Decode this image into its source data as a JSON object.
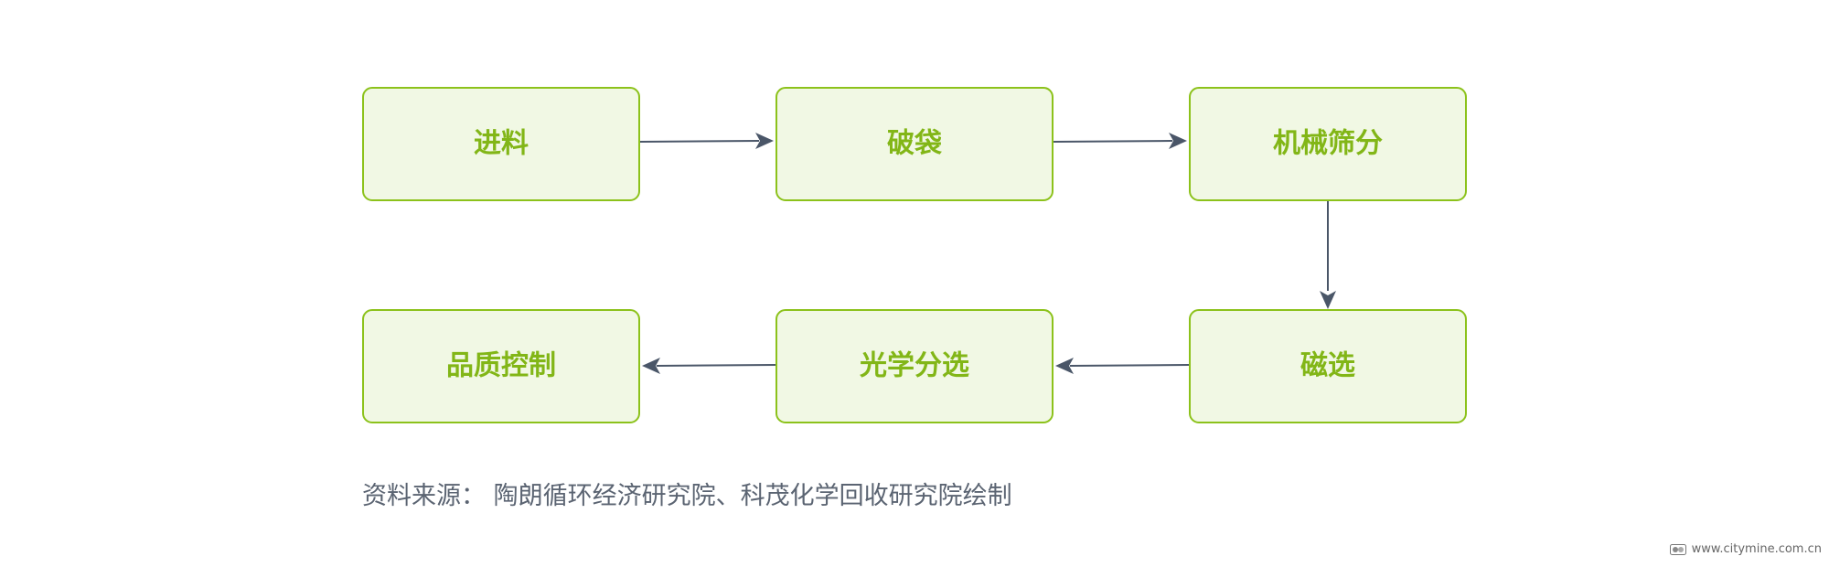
{
  "diagram": {
    "nodes": [
      {
        "id": "feed",
        "label": "进料"
      },
      {
        "id": "bag_break",
        "label": "破袋"
      },
      {
        "id": "mech_screen",
        "label": "机械筛分"
      },
      {
        "id": "magnetic",
        "label": "磁选"
      },
      {
        "id": "optical",
        "label": "光学分选"
      },
      {
        "id": "qc",
        "label": "品质控制"
      }
    ],
    "edges": [
      {
        "from": "feed",
        "to": "bag_break"
      },
      {
        "from": "bag_break",
        "to": "mech_screen"
      },
      {
        "from": "mech_screen",
        "to": "magnetic"
      },
      {
        "from": "magnetic",
        "to": "optical"
      },
      {
        "from": "optical",
        "to": "qc"
      }
    ]
  },
  "source_text": "资料来源：  陶朗循环经济研究院、科茂化学回收研究院绘制",
  "watermark": {
    "text": "www.citymine.com.cn",
    "icon": "citymine-logo-icon"
  },
  "colors": {
    "node_fill": "#f1f8e4",
    "node_border": "#8cc21b",
    "node_text": "#82b617",
    "arrow": "#4a5668",
    "source_text": "#5b6472"
  }
}
